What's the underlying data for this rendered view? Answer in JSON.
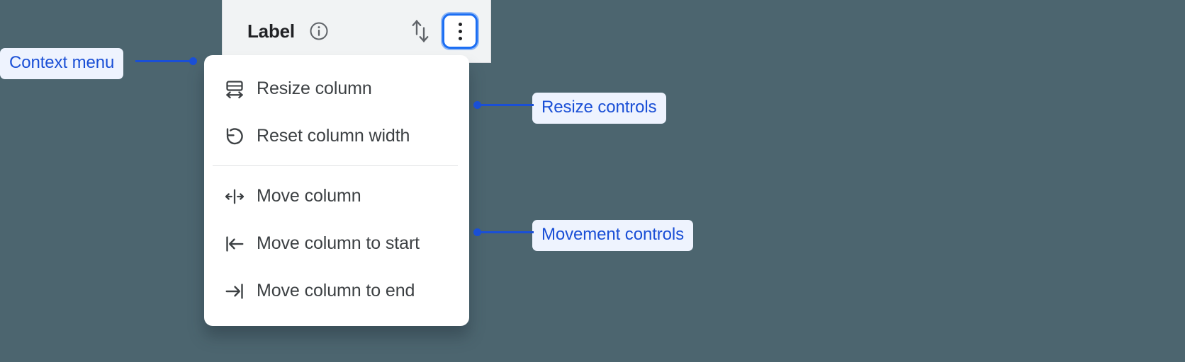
{
  "theme": {
    "background": "#4c656f",
    "accent_blue": "#1a4fd6",
    "focus_ring_blue": "#1b6ef3",
    "annotation_bg": "#eef3fe",
    "menu_bg": "#ffffff",
    "header_bg": "#f1f3f4",
    "text_primary": "#202124",
    "menu_text": "#3c4043"
  },
  "column_header": {
    "label": "Label",
    "info_icon": "info-circle-icon",
    "sort_icon": "sort-up-down-icon",
    "overflow_icon": "kebab-vertical-icon",
    "overflow_state": "focused"
  },
  "context_menu": {
    "groups": [
      {
        "name": "resize",
        "items": [
          {
            "icon": "resize-column-icon",
            "label": "Resize column"
          },
          {
            "icon": "reset-width-icon",
            "label": "Reset column width"
          }
        ]
      },
      {
        "name": "movement",
        "items": [
          {
            "icon": "move-column-icon",
            "label": "Move column"
          },
          {
            "icon": "move-to-start-icon",
            "label": "Move column to start"
          },
          {
            "icon": "move-to-end-icon",
            "label": "Move column to end"
          }
        ]
      }
    ]
  },
  "annotations": [
    {
      "id": "context",
      "label": "Context menu",
      "side": "left"
    },
    {
      "id": "resize",
      "label": "Resize controls",
      "side": "right"
    },
    {
      "id": "movement",
      "label": "Movement controls",
      "side": "right"
    }
  ]
}
